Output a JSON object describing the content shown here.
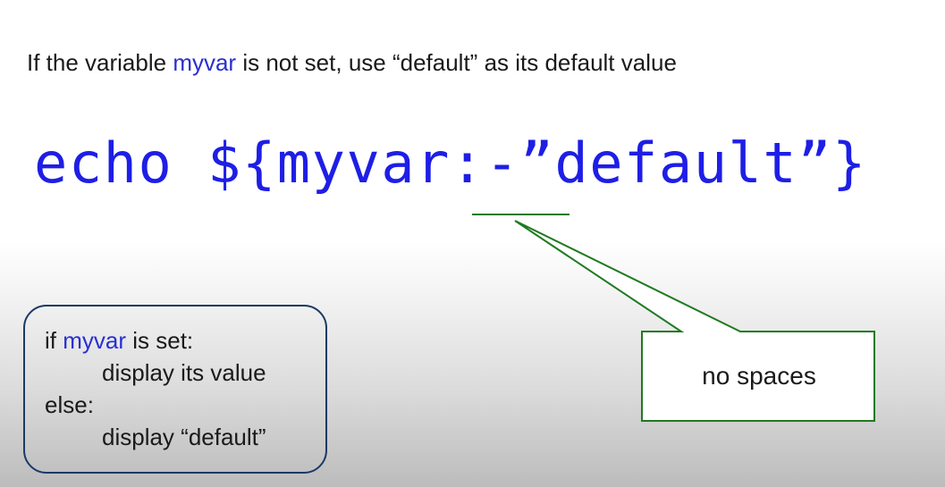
{
  "caption": {
    "prefix": "If the variable ",
    "variable": "myvar",
    "suffix": " is not set, use “default” as its default value"
  },
  "code": {
    "text": "echo ${myvar:-”default”}"
  },
  "callout": {
    "label": "no spaces"
  },
  "pseudocode": {
    "line1_keyword": "if ",
    "line1_variable": "myvar",
    "line1_rest": " is set:",
    "line2": "display its value",
    "line3": "else:",
    "line4": "display “default”"
  },
  "colors": {
    "code_blue": "#1e1ee6",
    "variable_blue": "#2a2fd0",
    "callout_green": "#1f7a1f",
    "box_border": "#1a3a66"
  }
}
